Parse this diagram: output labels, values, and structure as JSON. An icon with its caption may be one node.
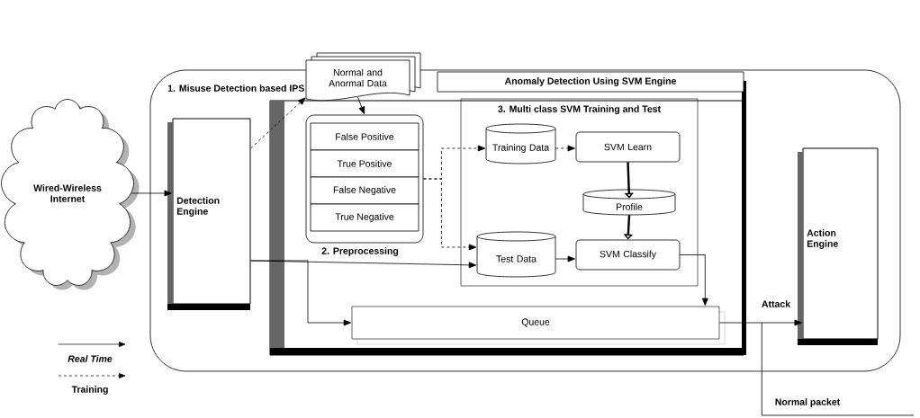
{
  "diagram": {
    "nodes": [
      {
        "text": [
          "1. Misuse Detection based IPS"
        ]
      },
      {
        "text": [
          "Wired-Wireless Internet"
        ]
      },
      {
        "text": [
          "Detection Engine"
        ],
        "in": 0
      },
      {
        "text": [
          "Anomaly Detection Using SVM Engine"
        ],
        "in": 0
      },
      {
        "text": [
          "Normal and Anormal Data"
        ]
      },
      {
        "text": [
          "2. Preprocessing"
        ],
        "in": 3
      },
      {
        "text": [
          "False Positive"
        ],
        "in": 5
      },
      {
        "text": [
          "True Positive"
        ],
        "in": 5
      },
      {
        "text": [
          "False Negative"
        ],
        "in": 5
      },
      {
        "text": [
          "True Negative"
        ],
        "in": 5
      },
      {
        "text": [
          "3. Multi class SVM Training and Test"
        ],
        "in": 3
      },
      {
        "text": [
          "Training Data"
        ],
        "in": 10
      },
      {
        "text": [
          "SVM Learn"
        ],
        "in": 10
      },
      {
        "text": [
          "Profile"
        ],
        "in": 10
      },
      {
        "text": [
          "Test Data"
        ],
        "in": 10
      },
      {
        "text": [
          "SVM Classify"
        ],
        "in": 10
      },
      {
        "text": [
          "Queue"
        ],
        "in": 3
      },
      {
        "text": [
          "Action Engine"
        ],
        "in": 0
      }
    ],
    "edges": [
      {
        "from": 1,
        "to": 2,
        "arrow": "to"
      },
      {
        "from": 2,
        "to": 4,
        "arrow": "to",
        "style": "dashed"
      },
      {
        "from": 4,
        "to": 5,
        "arrow": "to"
      },
      {
        "from": 5,
        "to": 11,
        "arrow": "to",
        "style": "dashed"
      },
      {
        "from": 5,
        "to": 14,
        "arrow": "to",
        "style": "dashed"
      },
      {
        "from": 11,
        "to": 12,
        "arrow": "to",
        "style": "dashed"
      },
      {
        "from": 12,
        "to": 13,
        "arrow": "to",
        "style": "thick"
      },
      {
        "from": 13,
        "to": 15,
        "arrow": "to",
        "style": "thick"
      },
      {
        "from": 2,
        "to": 14,
        "arrow": "to"
      },
      {
        "from": 2,
        "to": 16,
        "arrow": "to"
      },
      {
        "from": 14,
        "to": 15,
        "arrow": "to"
      },
      {
        "from": 15,
        "to": 16,
        "arrow": "to"
      },
      {
        "from": 16,
        "to": 17,
        "arrow": "to",
        "label": "Attack"
      },
      {
        "from": 16,
        "to": null,
        "arrow": "none",
        "label": "Normal packet"
      }
    ],
    "legend": [
      {
        "text": "Real Time"
      },
      {
        "text": "Training"
      }
    ]
  }
}
